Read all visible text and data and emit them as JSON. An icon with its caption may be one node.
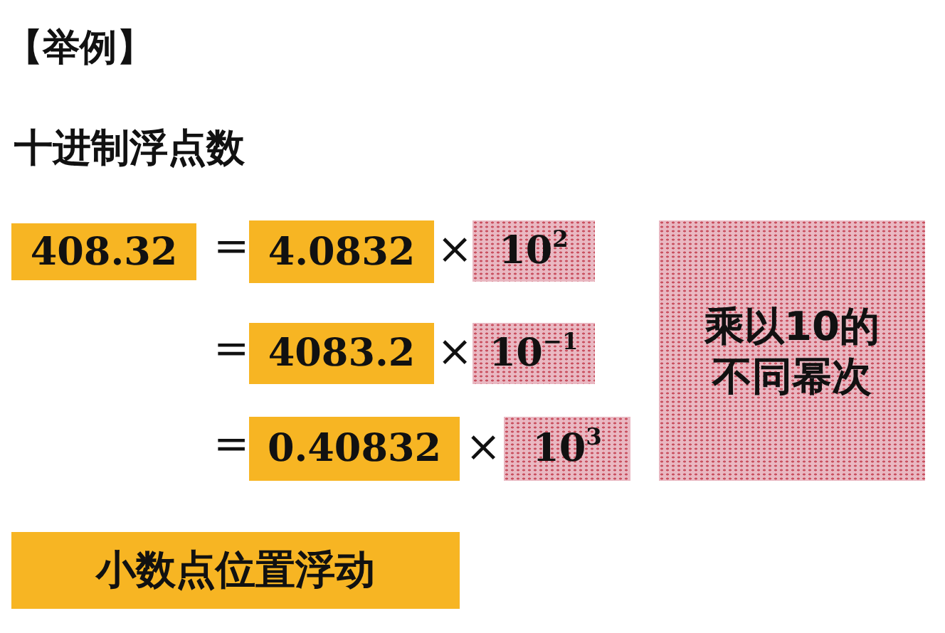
{
  "diagram": {
    "title": "【举例】",
    "nodes": [
      {
        "text": [
          "408.32"
        ]
      },
      {
        "text": [
          "4.0832"
        ]
      },
      {
        "text": [
          "10$^{2}$"
        ]
      },
      {
        "text": [
          "4083.2"
        ]
      },
      {
        "text": [
          "10$^{−1}$"
        ]
      },
      {
        "text": [
          "0.40832"
        ]
      },
      {
        "text": [
          "10$^{3}$"
        ]
      },
      {
        "text": [
          "乘以10的不同幂次"
        ]
      },
      {
        "text": [
          "小数点位置浮动"
        ]
      }
    ],
    "edges": [],
    "labels": [
      "十进制浮点数",
      "=",
      "×",
      "=",
      "×",
      "=",
      "×"
    ]
  }
}
